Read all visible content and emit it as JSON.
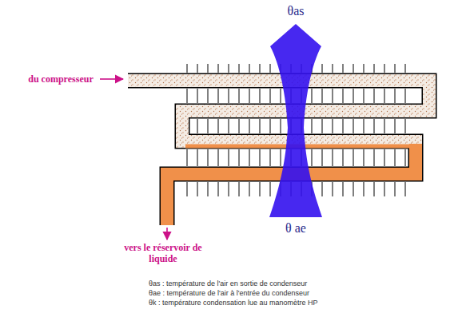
{
  "diagram": {
    "labels": [
      "θas",
      "θ ae",
      "du compresseur",
      "vers le réservoir de liquide",
      "θas : température de l'air en sortie de condenseur",
      "θae : température de l'air à l'entrée du condenseur",
      "θk : température condensation lue au manomètre HP"
    ]
  }
}
